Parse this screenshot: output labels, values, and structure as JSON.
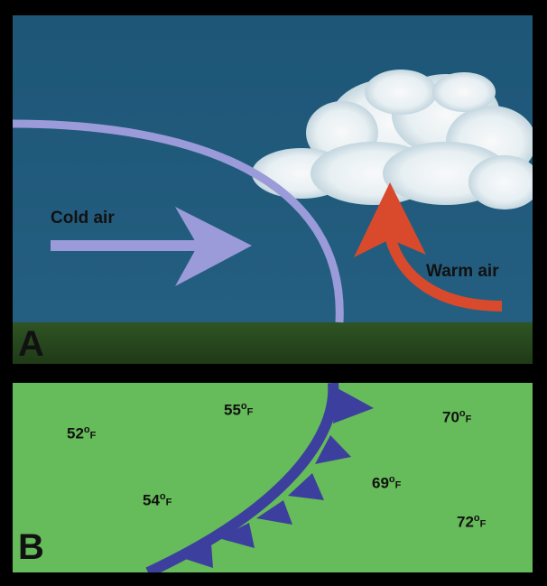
{
  "panel_a": {
    "letter": "A",
    "cold_label": "Cold air",
    "warm_label": "Warm air",
    "colors": {
      "sky": "#1f5878",
      "ground": "#2a4a1e",
      "cold": "#9a9bd8",
      "warm": "#d94a2c",
      "cloud": "#ffffff"
    }
  },
  "panel_b": {
    "letter": "B",
    "temps": [
      {
        "value": "52",
        "deg": "o",
        "unit": "F"
      },
      {
        "value": "55",
        "deg": "o",
        "unit": "F"
      },
      {
        "value": "54",
        "deg": "o",
        "unit": "F"
      },
      {
        "value": "70",
        "deg": "o",
        "unit": "F"
      },
      {
        "value": "69",
        "deg": "o",
        "unit": "F"
      },
      {
        "value": "72",
        "deg": "o",
        "unit": "F"
      }
    ],
    "colors": {
      "ground": "#66bb5a",
      "front": "#3d3f9e"
    }
  }
}
